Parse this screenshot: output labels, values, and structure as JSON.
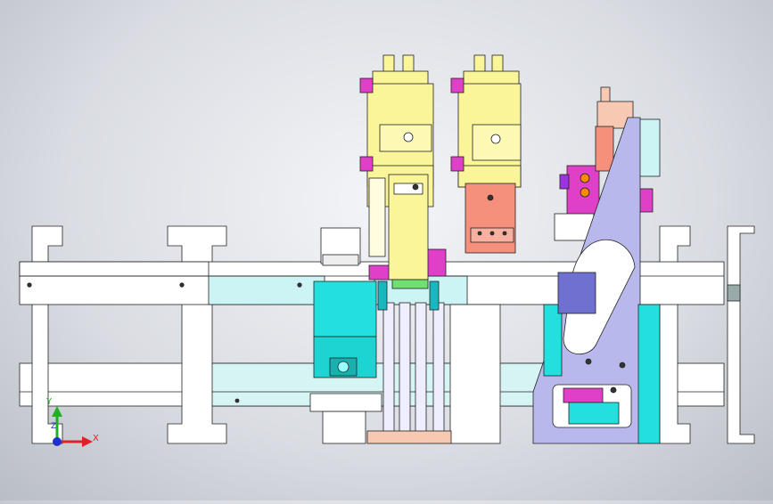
{
  "triad": {
    "x_label": "X",
    "y_label": "Y",
    "z_label": "Z",
    "x_color": "#e0202a",
    "y_color": "#20b020",
    "z_color": "#2030d0"
  },
  "colors": {
    "background": "#d9dce2",
    "frame": "#ffffff",
    "rail_cyan": "#cdf4f4",
    "motor_cyan": "#22e0dd",
    "cylinder_yellow": "#fbf59a",
    "fitting_magenta": "#e040c8",
    "block_salmon": "#f4907c",
    "plate_lavender": "#b9b8ec",
    "post_pink": "#f7c9b2",
    "outline": "#222222"
  }
}
